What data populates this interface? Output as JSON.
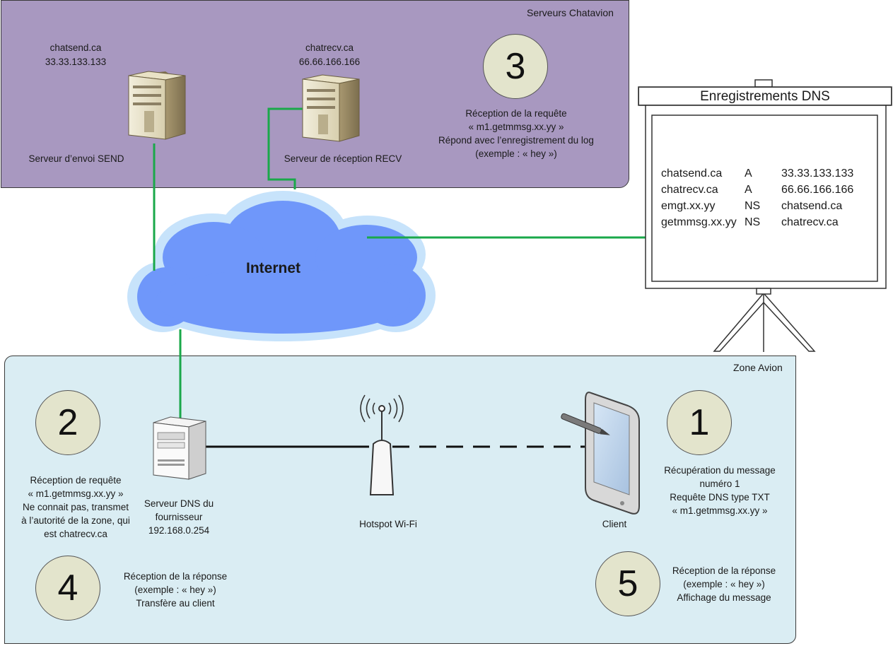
{
  "zones": {
    "chatavion_title": "Serveurs Chatavion",
    "avion_title": "Zone Avion"
  },
  "cloud": {
    "label": "Internet"
  },
  "servers": {
    "send": {
      "domain": "chatsend.ca",
      "ip": "33.33.133.133",
      "caption": "Serveur d’envoi SEND"
    },
    "recv": {
      "domain": "chatrecv.ca",
      "ip": "66.66.166.166",
      "caption": "Serveur de réception RECV"
    },
    "dns_provider": {
      "caption_lines": [
        "Serveur DNS du",
        "fournisseur",
        "192.168.0.254"
      ]
    }
  },
  "devices": {
    "hotspot": "Hotspot Wi-Fi",
    "client": "Client"
  },
  "board": {
    "title": "Enregistrements DNS",
    "records": [
      {
        "name": "chatsend.ca",
        "type": "A",
        "value": "33.33.133.133"
      },
      {
        "name": "chatrecv.ca",
        "type": "A",
        "value": "66.66.166.166"
      },
      {
        "name": "emgt.xx.yy",
        "type": "NS",
        "value": "chatsend.ca"
      },
      {
        "name": "getmmsg.xx.yy",
        "type": "NS",
        "value": "chatrecv.ca"
      }
    ]
  },
  "steps": [
    {
      "number": "1",
      "lines": [
        "Récupération du message",
        "numéro 1",
        "Requête DNS type TXT",
        "« m1.getmmsg.xx.yy »"
      ]
    },
    {
      "number": "2",
      "lines": [
        "Réception de requête",
        "« m1.getmmsg.xx.yy »",
        "Ne connait pas, transmet",
        "à l’autorité de la zone, qui",
        "est chatrecv.ca"
      ]
    },
    {
      "number": "3",
      "lines": [
        "Réception de la requête",
        "« m1.getmmsg.xx.yy »",
        "Répond avec l’enregistrement du log",
        "(exemple : « hey »)"
      ]
    },
    {
      "number": "4",
      "lines": [
        "Réception de la réponse",
        "(exemple : « hey »)",
        "Transfère au client"
      ]
    },
    {
      "number": "5",
      "lines": [
        "Réception de la réponse",
        "(exemple : « hey »)",
        "Affichage du message"
      ]
    }
  ],
  "colors": {
    "link_green": "#1aa84a",
    "cloud_fill": "#6f97fa",
    "cloud_halo": "#c7e3fb",
    "chatavion_bg": "#a898c0",
    "avion_bg": "#daedf3",
    "step_circle": "#e3e4cc"
  },
  "icons": [
    "server-icon",
    "tablet-icon",
    "wifi-hotspot-icon",
    "projector-screen-icon",
    "cloud-icon"
  ]
}
